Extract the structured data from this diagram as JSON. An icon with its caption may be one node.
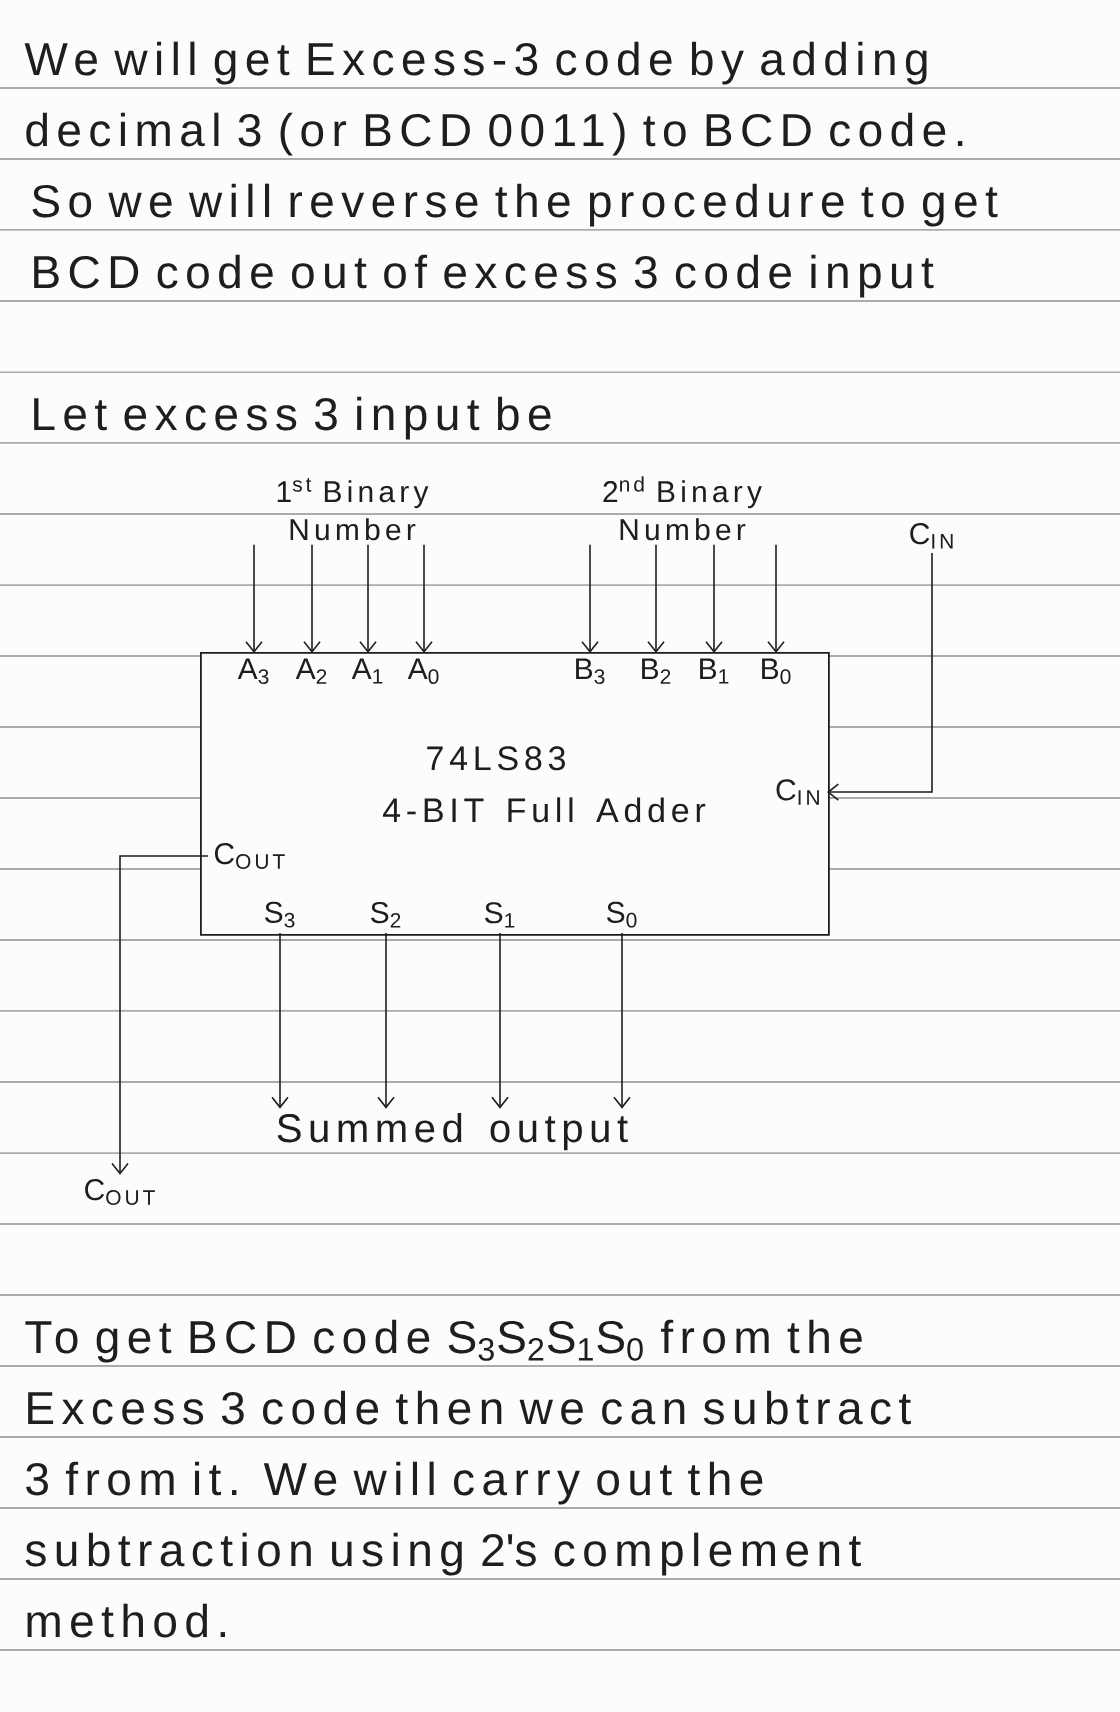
{
  "diagram": {
    "nodes": [
      {
        "text": [
          "1$^{st}$ Binary Number"
        ]
      },
      {
        "text": [
          "2$^{nd}$ Binary Number"
        ]
      },
      {
        "text": [
          "C$_{IN}$"
        ]
      },
      {
        "text": [
          "74LS83",
          "4-BIT Full Adder"
        ]
      },
      {
        "text": [
          "A$_{3}$"
        ],
        "in": 3
      },
      {
        "text": [
          "A$_{2}$"
        ],
        "in": 3
      },
      {
        "text": [
          "A$_{1}$"
        ],
        "in": 3
      },
      {
        "text": [
          "A$_{0}$"
        ],
        "in": 3
      },
      {
        "text": [
          "B$_{3}$"
        ],
        "in": 3
      },
      {
        "text": [
          "B$_{2}$"
        ],
        "in": 3
      },
      {
        "text": [
          "B$_{1}$"
        ],
        "in": 3
      },
      {
        "text": [
          "B$_{0}$"
        ],
        "in": 3
      },
      {
        "text": [
          "C$_{IN}$"
        ],
        "in": 3
      },
      {
        "text": [
          "C$_{OUT}$"
        ],
        "in": 3
      },
      {
        "text": [
          "S$_{3}$"
        ],
        "in": 3
      },
      {
        "text": [
          "S$_{2}$"
        ],
        "in": 3
      },
      {
        "text": [
          "S$_{1}$"
        ],
        "in": 3
      },
      {
        "text": [
          "S$_{0}$"
        ],
        "in": 3
      },
      {
        "text": [
          "Summed output"
        ]
      },
      {
        "text": [
          "C$_{OUT}$"
        ]
      }
    ],
    "edges": [
      {
        "from": 0,
        "to": 4,
        "arrow": "to"
      },
      {
        "from": 0,
        "to": 5,
        "arrow": "to"
      },
      {
        "from": 0,
        "to": 6,
        "arrow": "to"
      },
      {
        "from": 0,
        "to": 7,
        "arrow": "to"
      },
      {
        "from": 1,
        "to": 8,
        "arrow": "to"
      },
      {
        "from": 1,
        "to": 9,
        "arrow": "to"
      },
      {
        "from": 1,
        "to": 10,
        "arrow": "to"
      },
      {
        "from": 1,
        "to": 11,
        "arrow": "to"
      },
      {
        "from": 2,
        "to": 12,
        "arrow": "to"
      },
      {
        "from": 13,
        "to": 19,
        "arrow": "to"
      },
      {
        "from": 14,
        "to": 18,
        "arrow": "to"
      },
      {
        "from": 15,
        "to": 18,
        "arrow": "to"
      },
      {
        "from": 16,
        "to": 18,
        "arrow": "to"
      },
      {
        "from": 17,
        "to": 18,
        "arrow": "to"
      }
    ],
    "labels": [
      "We will get Excess-3 code by adding decimal 3 (or BCD 0011) to BCD code.",
      "So we will reverse the procedure to get BCD code out of excess 3 code input",
      "Let excess 3 input be",
      "To get BCD code S$_{3}$S$_{2}$S$_{1}$S$_{0}$ from the Excess 3 code then we can subtract 3 from it. We will carry out the subtraction using 2's complement method."
    ]
  }
}
